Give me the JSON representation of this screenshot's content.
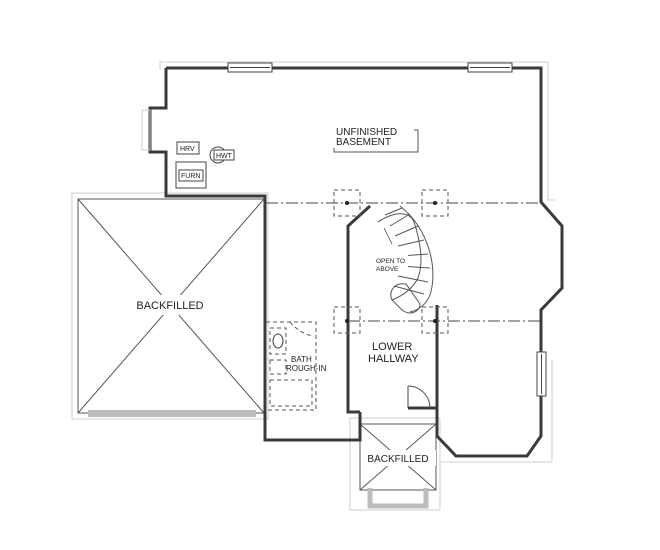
{
  "rooms": {
    "unfinished_basement": [
      "UNFINISHED",
      "BASEMENT"
    ],
    "backfilled_left": "BACKFILLED",
    "backfilled_bottom": "BACKFILLED",
    "lower_hallway": [
      "LOWER",
      "HALLWAY"
    ],
    "bath_rough_in": [
      "BATH",
      "ROUGH-IN"
    ]
  },
  "equipment": {
    "hrv": "HRV",
    "hwt": "HWT",
    "furn": "FURN"
  },
  "stair_note": [
    "OPEN TO",
    "ABOVE"
  ]
}
